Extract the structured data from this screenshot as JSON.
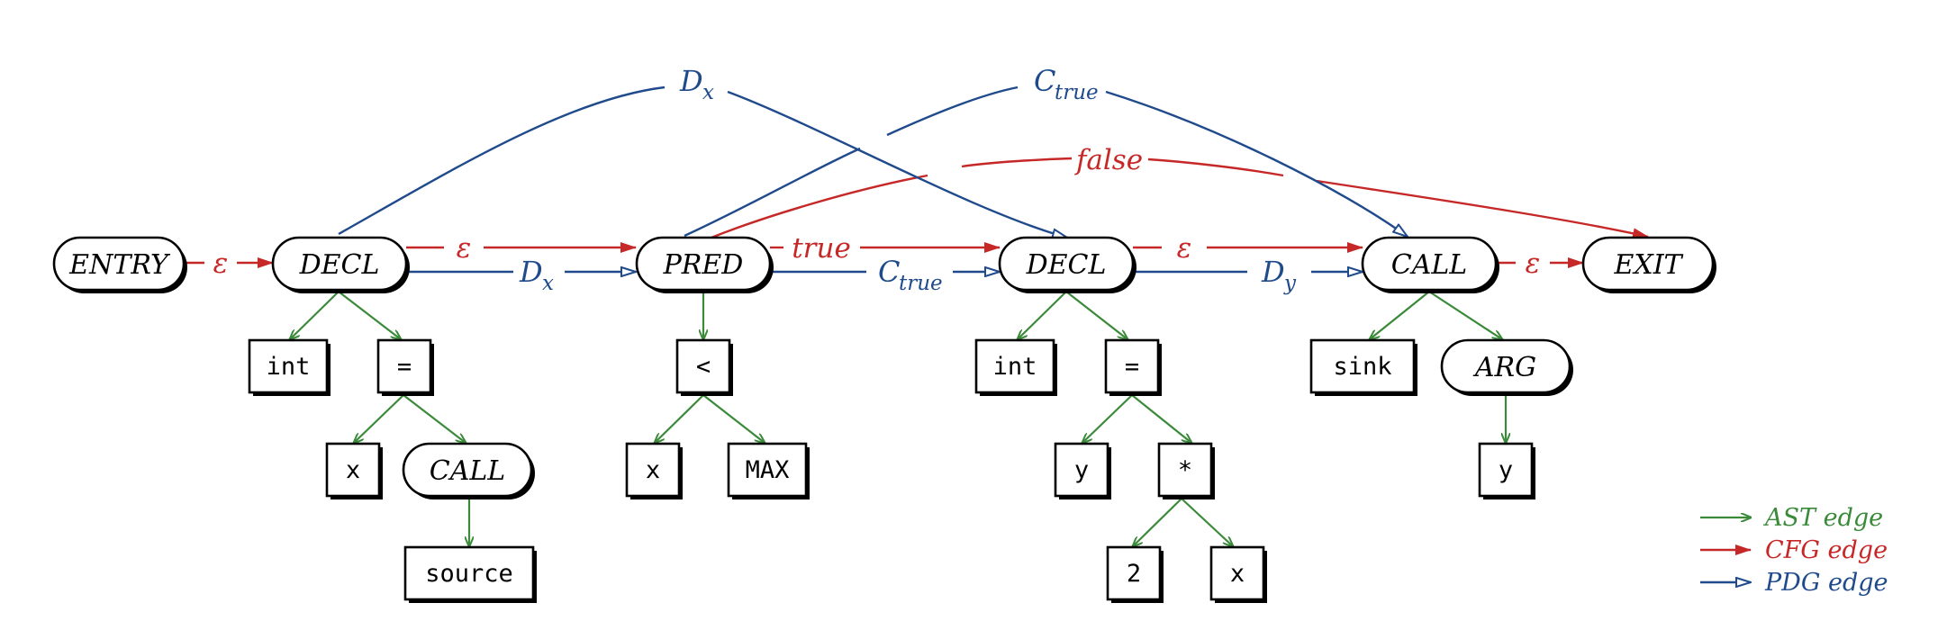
{
  "colors": {
    "ast": "#3a8a3a",
    "cfg": "#c62828",
    "pdg": "#1f4a8c"
  },
  "nodes": {
    "entry": "ENTRY",
    "decl1": "DECL",
    "pred": "PRED",
    "decl2": "DECL",
    "call1": "CALL",
    "exit": "EXIT",
    "int1": "int",
    "eq1": "=",
    "x1": "x",
    "call2": "CALL",
    "source": "source",
    "lt": "<",
    "x2": "x",
    "max": "MAX",
    "int2": "int",
    "eq2": "=",
    "y1": "y",
    "mul": "*",
    "two": "2",
    "x3": "x",
    "sink": "sink",
    "arg": "ARG",
    "y2": "y"
  },
  "edges": {
    "cfg_eps": "ε",
    "cfg_true": "true",
    "cfg_false": "false",
    "pdg_d": "D",
    "pdg_x": "x",
    "pdg_y": "y",
    "pdg_c": "C",
    "pdg_true": "true"
  },
  "legend": {
    "ast": "AST edge",
    "cfg": "CFG edge",
    "pdg": "PDG edge"
  }
}
